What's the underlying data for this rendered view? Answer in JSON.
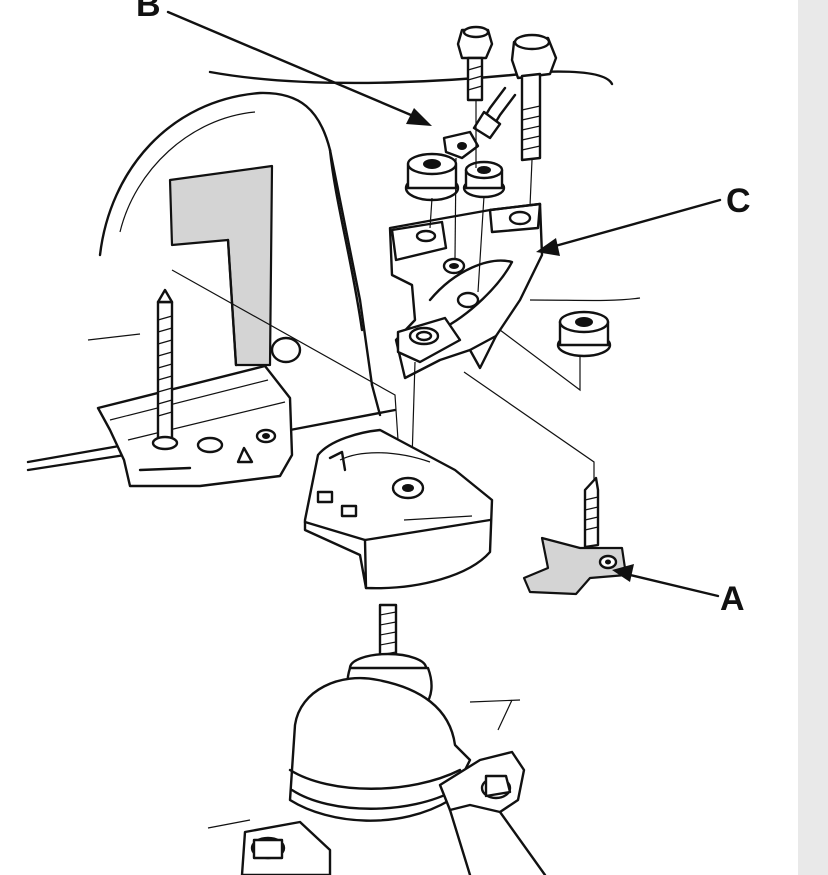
{
  "callouts": {
    "a": "A",
    "b": "B",
    "c": "C"
  },
  "colors": {
    "line": "#111111",
    "background": "#ffffff",
    "shading": "#d4d4d4"
  }
}
